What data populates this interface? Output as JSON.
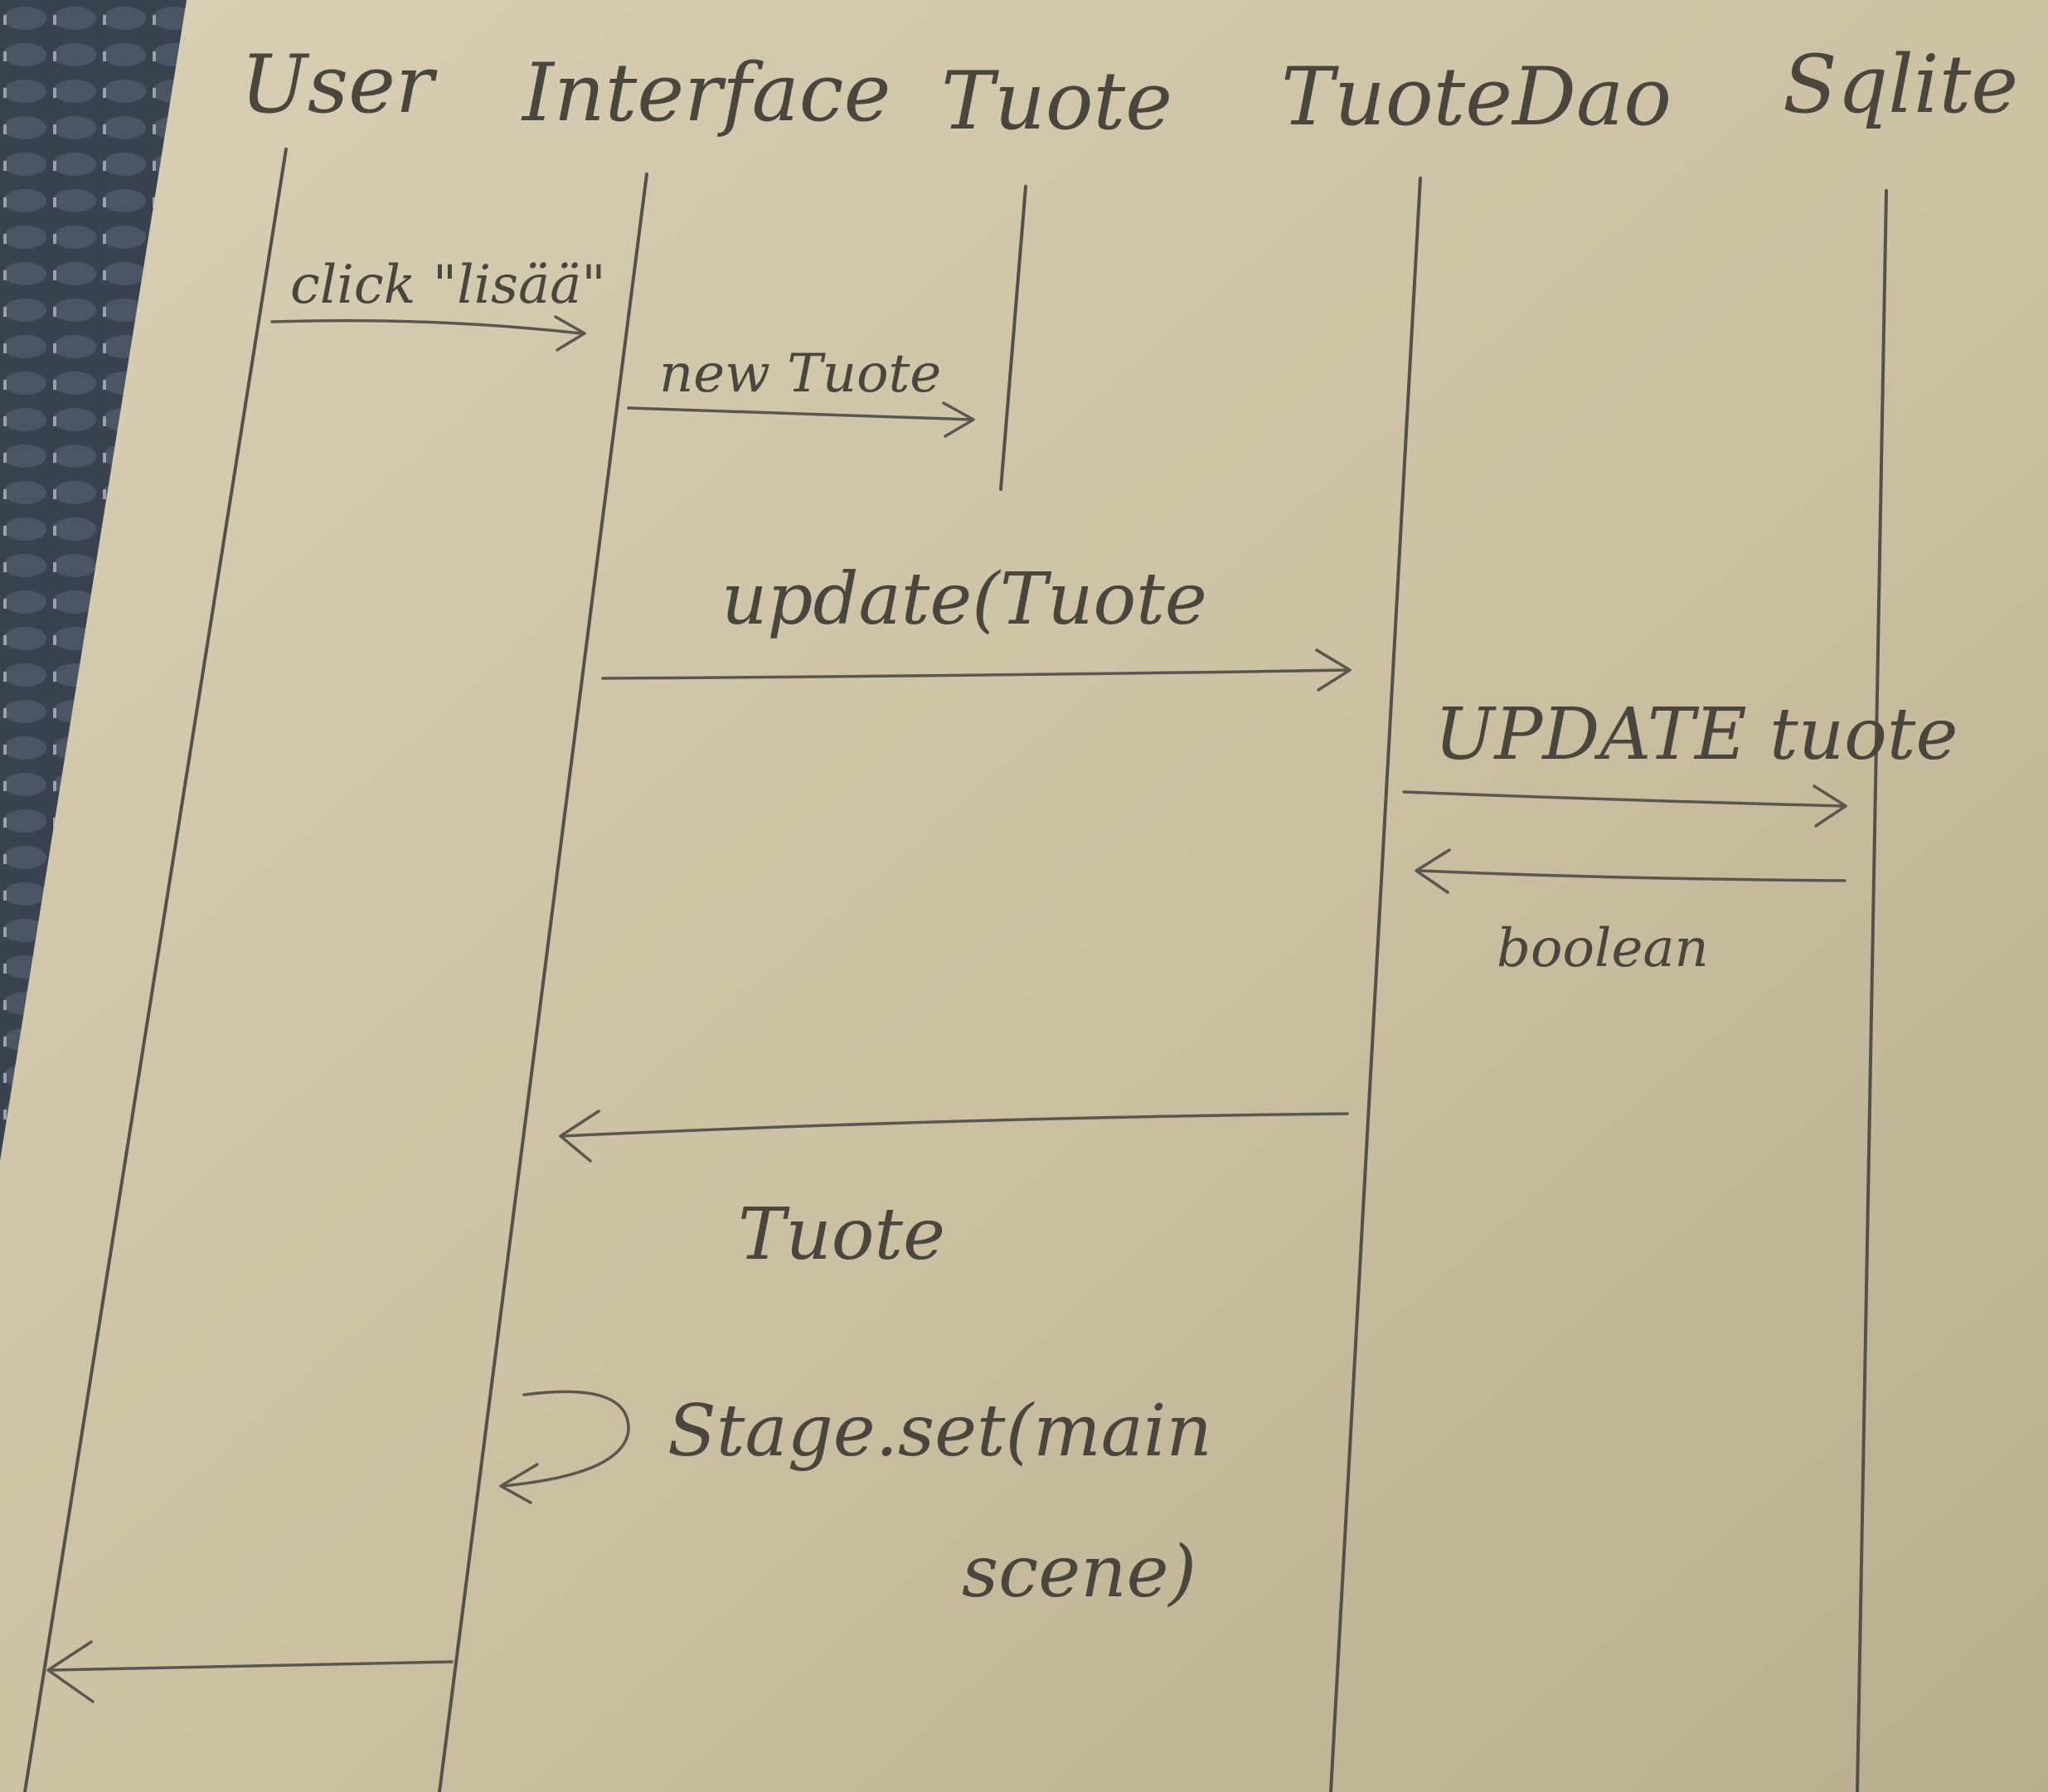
{
  "participants": [
    "User",
    "Interface",
    "Tuote",
    "TuoteDao",
    "Sqlite"
  ],
  "messages": {
    "click": "click \"lisää\"",
    "new_tuote": "new Tuote",
    "update": "update(Tuote",
    "update_sql": "UPDATE tuote",
    "boolean": "boolean",
    "tuote_return": "Tuote",
    "stage_line1": "Stage.set(main",
    "stage_line2": "scene)"
  },
  "colors": {
    "paper": "#cdc2a5",
    "pencil": "#4a463e",
    "background": "#3d4552"
  }
}
